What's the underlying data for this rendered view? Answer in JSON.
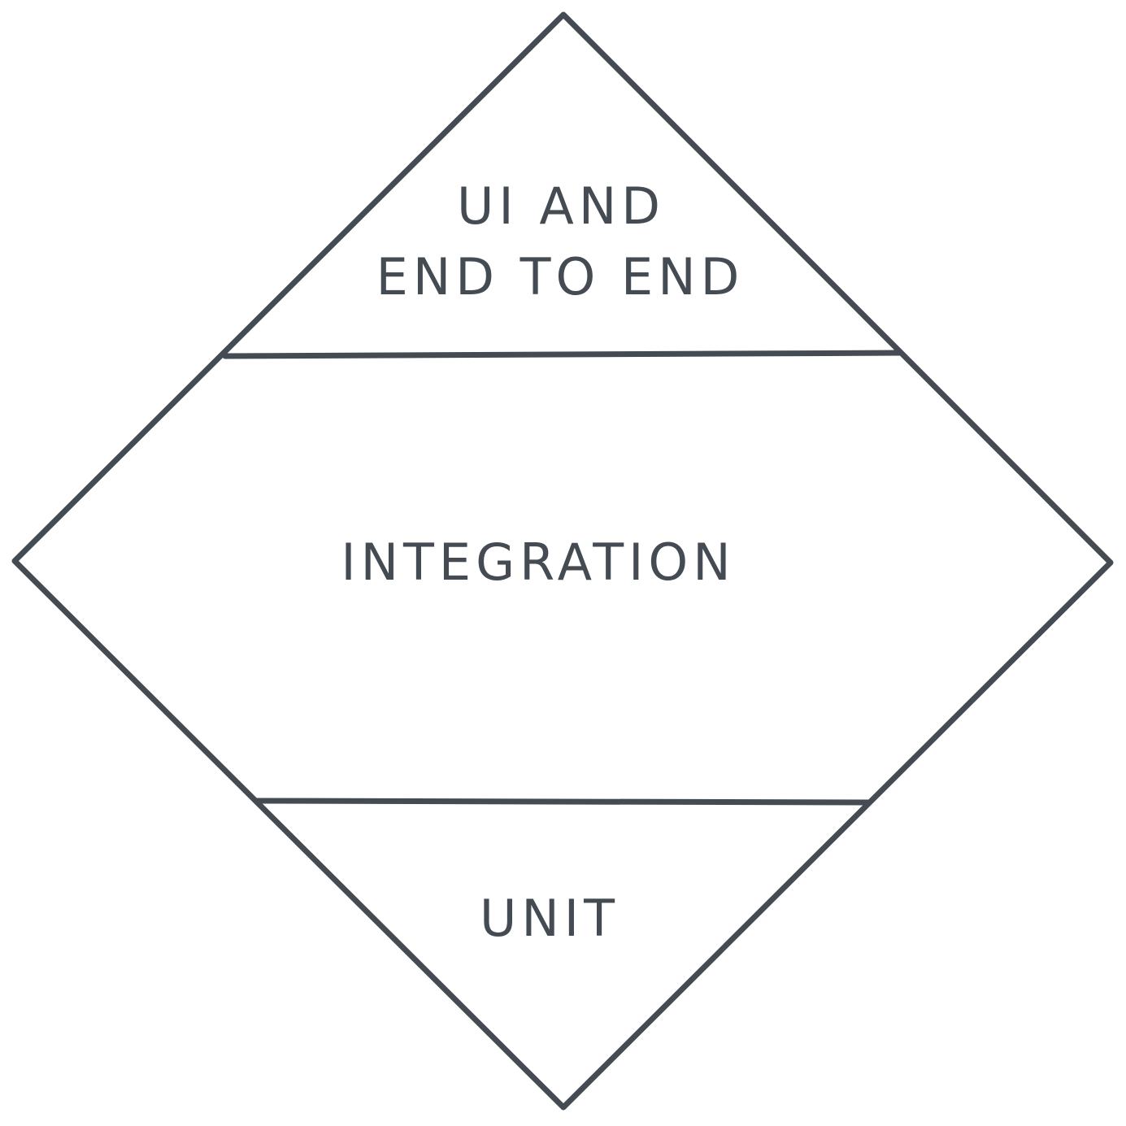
{
  "colors": {
    "ink": "#454b52",
    "background": "#ffffff"
  },
  "tiers": [
    {
      "id": "top",
      "lines": [
        "UI AND",
        "END TO END"
      ]
    },
    {
      "id": "middle",
      "lines": [
        "INTEGRATION"
      ]
    },
    {
      "id": "bottom",
      "lines": [
        "UNIT"
      ]
    }
  ]
}
